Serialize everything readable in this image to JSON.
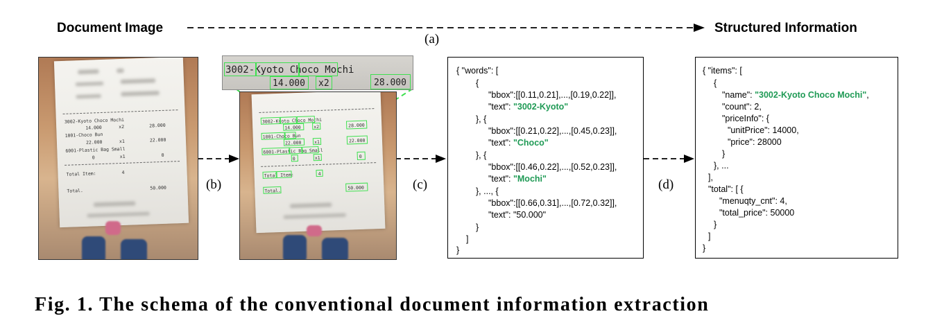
{
  "header": {
    "left": "Document Image",
    "right": "Structured Information",
    "arrow_label": "(a)"
  },
  "steps": {
    "b": "(b)",
    "c": "(c)",
    "d": "(d)"
  },
  "receipt": {
    "line1_name": "3002-Kyoto Choco Mochi",
    "line1_price": "14.000",
    "line1_qty": "x2",
    "line1_total": "28.000",
    "line2_name": "1001-Choco Bun",
    "line2_price": "22.000",
    "line2_qty": "x1",
    "line2_total": "22.000",
    "line3_name": "6001-Plastic Bag Small",
    "line3_price": "0",
    "line3_qty": "x1",
    "line3_total": "0",
    "total_item_label": "Total Item:",
    "total_item_value": "4",
    "total_label": "Total.",
    "total_value": "50.000"
  },
  "zoom": {
    "title": "3002-Kyoto Choco Mochi",
    "price": "14.000",
    "qty": "x2",
    "total": "28.000"
  },
  "words_json": {
    "l1": "{ \"words\": [",
    "l2": "{",
    "b1": "\"bbox\":[[0.11,0.21],...,[0.19,0.22]],",
    "t1_key": "\"text\": ",
    "t1_val": "\"3002-Kyoto\"",
    "c1": "}, {",
    "b2": "\"bbox\":[[0.21,0.22],...,[0.45,0.23]],",
    "t2_key": "\"text\": ",
    "t2_val": "\"Choco\"",
    "c2": "}, {",
    "b3": "\"bbox\":[[0.46,0.22],...,[0.52,0.23]],",
    "t3_key": "\"text\": ",
    "t3_val": "\"Mochi\"",
    "c3": "}, ..., {",
    "b4": "\"bbox\":[[0.66,0.31],...,[0.72,0.32]],",
    "t4": "\"text\": \"50.000\"",
    "c4": "}",
    "c5": "]",
    "c6": "}"
  },
  "items_json": {
    "l1": "{ \"items\": [",
    "l2": "{",
    "name_key": "\"name\": ",
    "name_val": "\"3002-Kyoto Choco Mochi\"",
    "name_comma": ",",
    "count": "\"count\": 2,",
    "priceinfo": "\"priceInfo\": {",
    "unit": "\"unitPrice\": 14000,",
    "price": "\"price\": 28000",
    "close1": "}",
    "close2": "}, ...",
    "close3": "],",
    "total": "\"total\": [ {",
    "menu": "\"menuqty_cnt\": 4,",
    "tprice": "\"total_price\": 50000",
    "close4": "}",
    "close5": "]",
    "close6": "}"
  },
  "caption": "Fig. 1. The schema of the conventional document information extraction",
  "colors": {
    "highlight_green": "#1f9a55",
    "box_green": "#3ee04f"
  }
}
